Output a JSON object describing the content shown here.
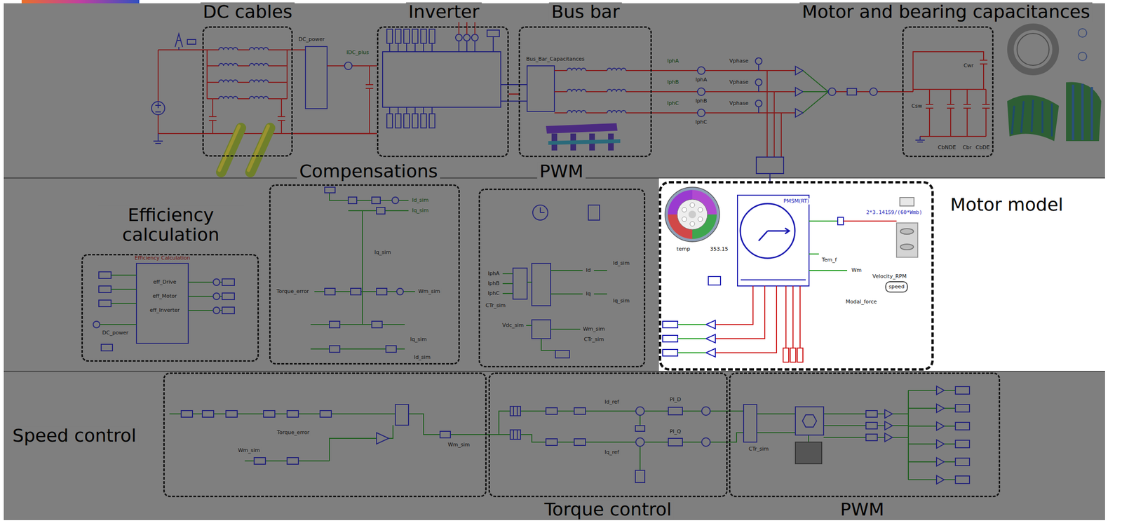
{
  "diagram": {
    "nodes": [
      {
        "text": [
          "DC cables"
        ]
      },
      {
        "text": [
          "Inverter"
        ]
      },
      {
        "text": [
          "Bus bar"
        ]
      },
      {
        "text": [
          "Motor and bearing capacitances"
        ]
      },
      {
        "text": [
          "Efficiency calculation"
        ]
      },
      {
        "text": [
          "Compensations"
        ]
      },
      {
        "text": [
          "PWM"
        ]
      },
      {
        "text": [
          "Motor model"
        ]
      },
      {
        "text": [
          "Speed control"
        ]
      },
      {
        "text": [
          "Torque control"
        ]
      },
      {
        "text": [
          "PWM"
        ]
      }
    ],
    "edges": [
      {
        "from": 0,
        "to": 1,
        "arrow": "none"
      },
      {
        "from": 1,
        "to": 2,
        "arrow": "none"
      },
      {
        "from": 8,
        "to": 9,
        "arrow": "none"
      },
      {
        "from": 9,
        "to": 10,
        "arrow": "none"
      }
    ],
    "labels": [
      "IDC_plus",
      "DC_power",
      "Bus_Bar_Capacitances",
      "IphA",
      "IphB",
      "IphC",
      "IphA",
      "IphB",
      "IphC",
      "Vphase",
      "Vphase",
      "Vphase",
      "Csw",
      "Cwr",
      "CbNDE",
      "Cbr",
      "CbDE",
      "Efficiency Calculation",
      "eff_Drive",
      "eff_Motor",
      "eff_Inverter",
      "DC_power",
      "Id_sim",
      "Iq_sim",
      "Iq_sim",
      "Torque_error",
      "Wm_sim",
      "Iq_sim",
      "Id_sim",
      "IphA",
      "IphB",
      "IphC",
      "CTr_sim",
      "Id",
      "Id_sim",
      "Iq",
      "Iq_sim",
      "Vdc_sim",
      "Wm_sim",
      "CTr_sim",
      "PMSM(RT)",
      "temp",
      "353.15",
      "2*3.14159/(60*Wmb)",
      "Tem_f",
      "Wm",
      "Velocity_RPM",
      "speed",
      "Modal_force",
      "Torque_error",
      "Wm_sim",
      "Wm_sim",
      "Id_ref",
      "Iq_ref",
      "PI_D",
      "PI_Q",
      "CTr_sim"
    ]
  }
}
